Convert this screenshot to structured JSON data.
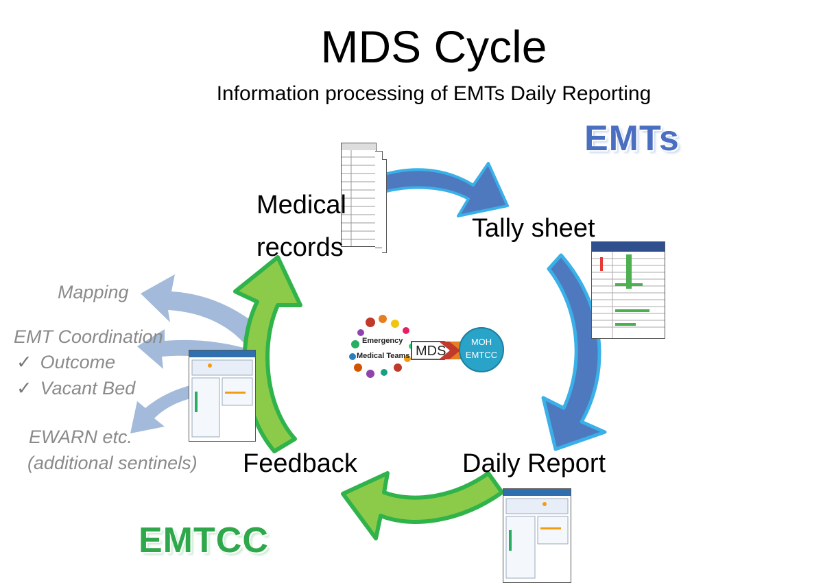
{
  "title": "MDS Cycle",
  "subtitle": "Information processing of EMTs Daily Reporting",
  "brands": {
    "emts": "EMTs",
    "emtcc": "EMTCC"
  },
  "nodes": {
    "medical_records": [
      "Medical",
      "records"
    ],
    "tally_sheet": "Tally sheet",
    "daily_report": "Daily Report",
    "feedback": "Feedback"
  },
  "side_outputs": {
    "mapping": "Mapping",
    "emt_coordination": "EMT Coordination",
    "checklist": [
      "Outcome",
      "Vacant Bed"
    ],
    "check_mark": "✓",
    "ewarn": [
      "EWARN etc.",
      "(additional sentinels)"
    ]
  },
  "center_logo": {
    "left_lines": [
      "Emergency",
      "Medical Teams"
    ],
    "arrow_label": "MDS",
    "circle_lines": [
      "MOH",
      "EMTCC"
    ]
  },
  "colors": {
    "emts_arrow": "#4f79bf",
    "emts_arrow_edge": "#3ab0e8",
    "emtcc_arrow": "#8ccb4a",
    "emtcc_arrow_edge": "#2fb34a",
    "side_arrows": "#9ab3d6",
    "emts_text": "#4a6fc0",
    "emtcc_text": "#2ea84a",
    "side_text": "#8a8a8a",
    "moh_circle": "#2aa3c9"
  },
  "icons": [
    "document-thumbnail-icon",
    "check-icon",
    "chevron-arrow-icon"
  ]
}
